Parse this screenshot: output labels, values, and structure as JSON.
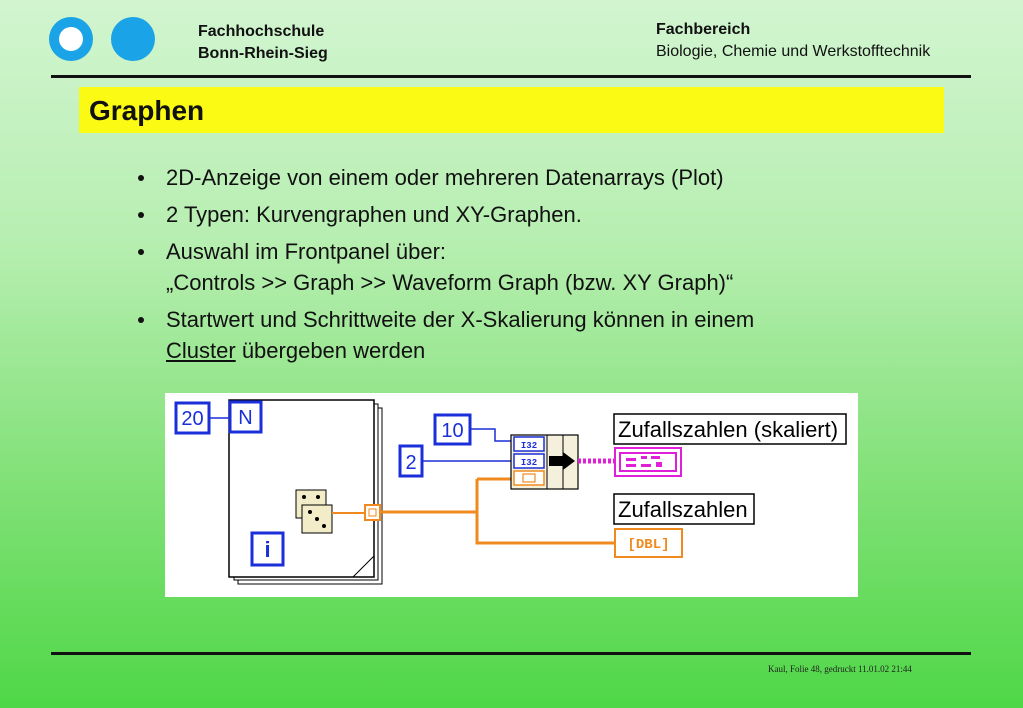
{
  "header": {
    "school_line1": "Fachhochschule",
    "school_line2": "Bonn-Rhein-Sieg",
    "department_label": "Fachbereich",
    "department_name": "Biologie, Chemie und Werkstofftechnik"
  },
  "slide": {
    "title": "Graphen",
    "bullets": [
      "2D-Anzeige von einem oder mehreren Datenarrays (Plot)",
      "2 Typen: Kurvengraphen und XY-Graphen.",
      "Auswahl im Frontpanel über:",
      "„Controls >> Graph >> Waveform Graph (bzw. XY Graph)“",
      "Startwert und Schrittweite der X-Skalierung können in einem",
      "Cluster",
      "übergeben werden"
    ]
  },
  "diagram": {
    "loop_count": "20",
    "loop_count_terminal": "N",
    "iteration_terminal": "i",
    "start_value": "10",
    "step_value": "2",
    "i32_label": "I32",
    "dbl_label": "DBL",
    "scaled_indicator": "Zufallszahlen (skaliert)",
    "raw_indicator": "Zufallszahlen",
    "colors": {
      "blue": "#1a2fd9",
      "orange": "#f08a1e",
      "magenta": "#e020d8"
    }
  },
  "footer": {
    "text": "Kaul, Folie 48, gedruckt 11.01.02 21:44"
  }
}
